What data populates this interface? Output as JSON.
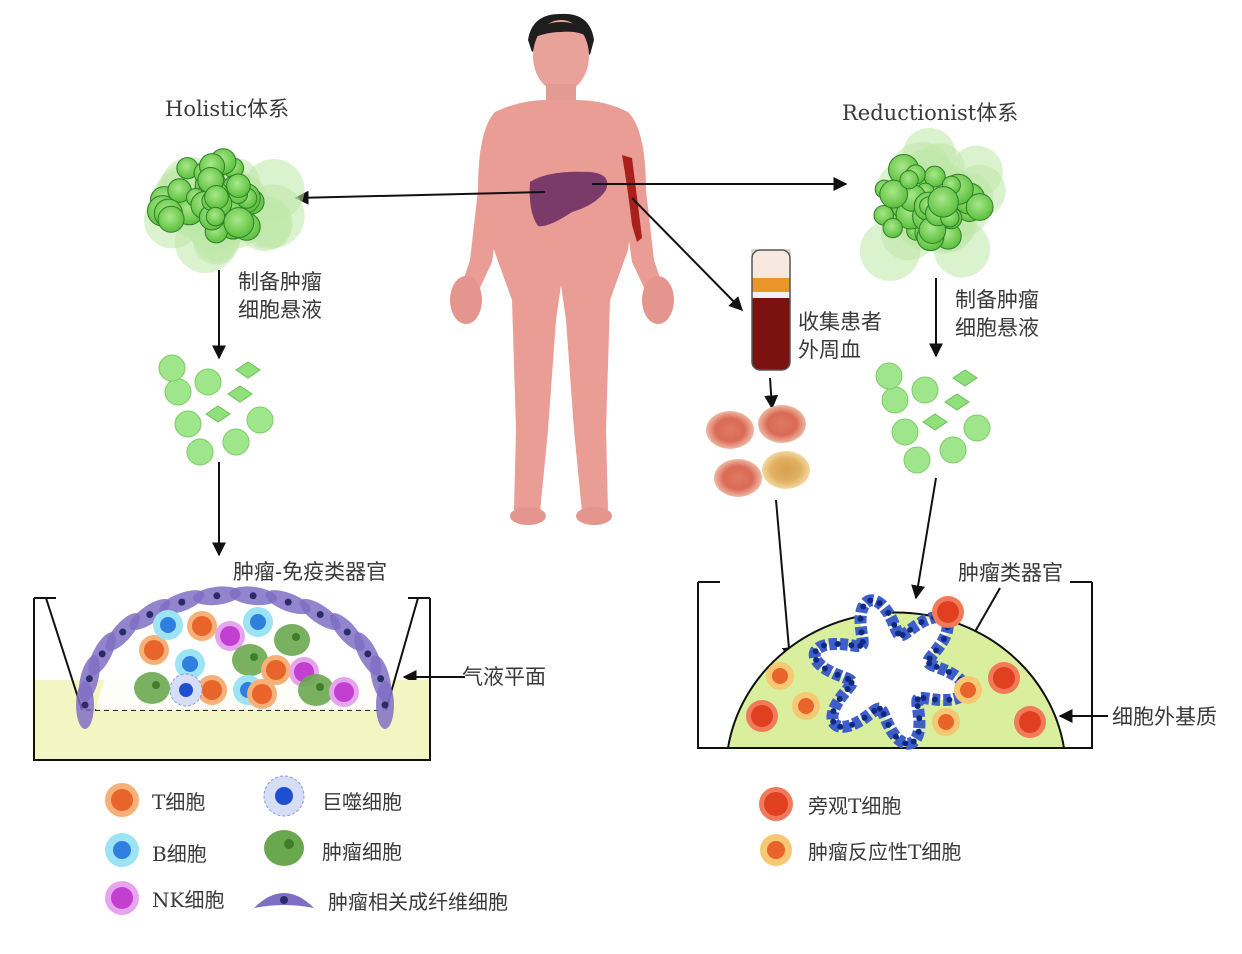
{
  "systems": {
    "holistic": "Holistic体系",
    "reductionist": "Reductionist体系"
  },
  "steps": {
    "prepare_left": "制备肿瘤\n细胞悬液",
    "prepare_right": "制备肿瘤\n细胞悬液",
    "collect_blood": "收集患者\n外周血"
  },
  "structures": {
    "tumor_immune_organoid": "肿瘤-免疫类器官",
    "air_liquid_interface": "气液平面",
    "tumor_organoid": "肿瘤类器官",
    "extracellular_matrix": "细胞外基质"
  },
  "legend_left": [
    {
      "label": "T细胞",
      "icon": "t-cell-icon"
    },
    {
      "label": "B细胞",
      "icon": "b-cell-icon"
    },
    {
      "label": "NK细胞",
      "icon": "nk-cell-icon"
    },
    {
      "label": "巨噬细胞",
      "icon": "macrophage-icon"
    },
    {
      "label": "肿瘤细胞",
      "icon": "tumor-cell-icon"
    },
    {
      "label": "肿瘤相关成纤维细胞",
      "icon": "fibroblast-icon"
    }
  ],
  "legend_right": [
    {
      "label": "旁观T细胞",
      "icon": "bystander-t-cell-icon"
    },
    {
      "label": "肿瘤反应性T细胞",
      "icon": "tumor-reactive-t-cell-icon"
    }
  ],
  "colors": {
    "t_cell": "#e8642a",
    "b_cell": "#2f7fe0",
    "nk_cell": "#c23fd0",
    "tumor_cell": "#6aa84f",
    "fibroblast": "#7f6fc4",
    "bystander_t": "#e0401f",
    "reactive_t": "#f2a03a",
    "medium": "#f3f6c2",
    "matrix": "#d9ef9d",
    "body": "#e89a92"
  }
}
